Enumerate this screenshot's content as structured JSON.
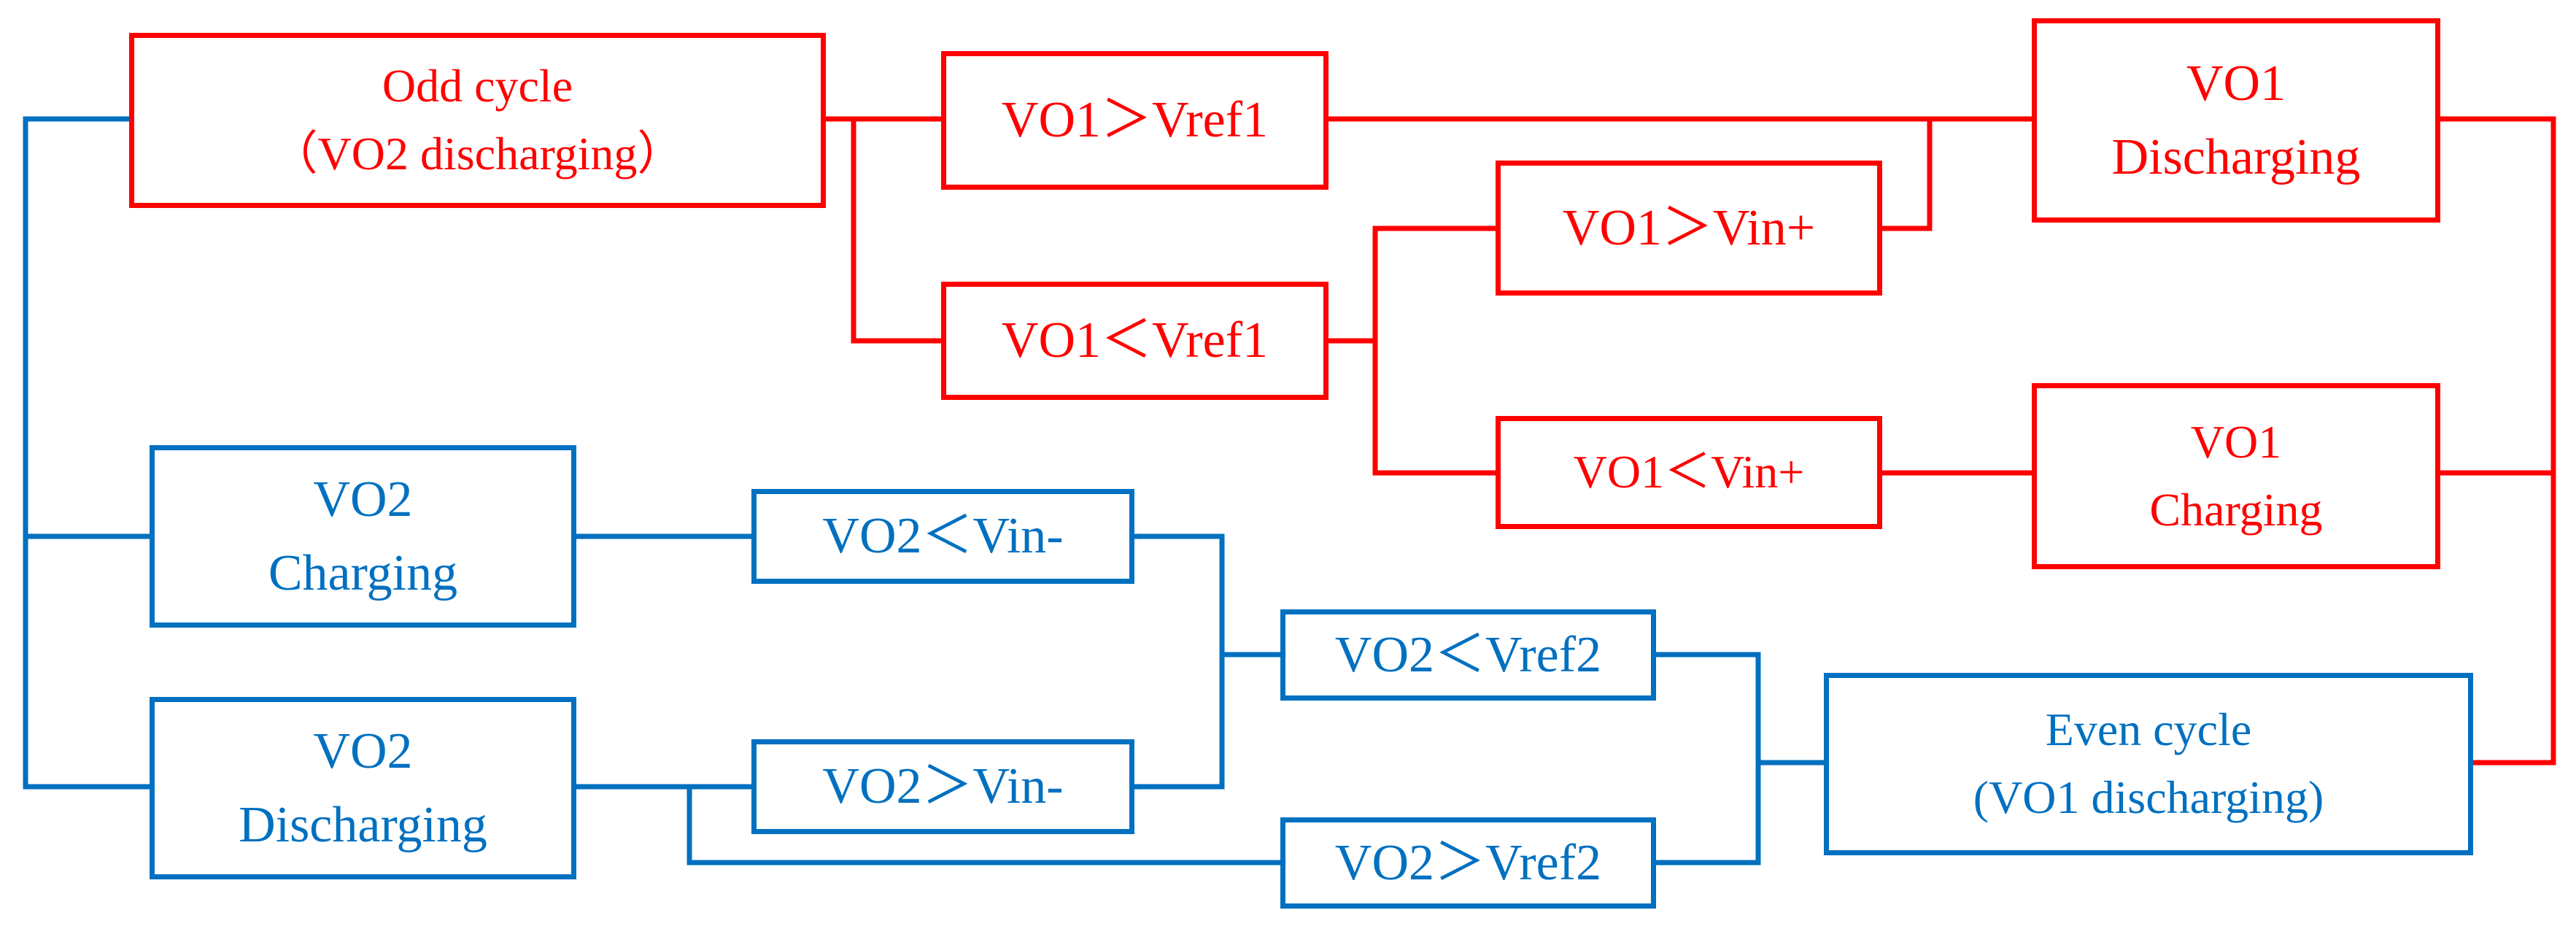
{
  "colors": {
    "odd": "#ff0000",
    "even": "#0070c0",
    "background": "#ffffff"
  },
  "nodes": {
    "odd_cycle": {
      "lines": [
        "Odd cycle",
        "（VO2 discharging）"
      ]
    },
    "vo1_gt_vref1": {
      "lines": [
        "VO1＞Vref1"
      ]
    },
    "vo1_lt_vref1": {
      "lines": [
        "VO1＜Vref1"
      ]
    },
    "vo1_gt_vin_plus": {
      "lines": [
        "VO1＞Vin+"
      ]
    },
    "vo1_lt_vin_plus": {
      "lines": [
        "VO1＜Vin+"
      ]
    },
    "vo1_discharging": {
      "lines": [
        "VO1",
        "Discharging"
      ]
    },
    "vo1_charging": {
      "lines": [
        "VO1",
        "Charging"
      ]
    },
    "even_cycle": {
      "lines": [
        "Even cycle",
        "(VO1 discharging)"
      ]
    },
    "vo2_lt_vref2": {
      "lines": [
        "VO2＜Vref2"
      ]
    },
    "vo2_gt_vref2": {
      "lines": [
        "VO2＞Vref2"
      ]
    },
    "vo2_lt_vin_minus": {
      "lines": [
        "VO2＜Vin-"
      ]
    },
    "vo2_gt_vin_minus": {
      "lines": [
        "VO2＞Vin-"
      ]
    },
    "vo2_charging": {
      "lines": [
        "VO2",
        "Charging"
      ]
    },
    "vo2_discharging": {
      "lines": [
        "VO2",
        "Discharging"
      ]
    }
  }
}
